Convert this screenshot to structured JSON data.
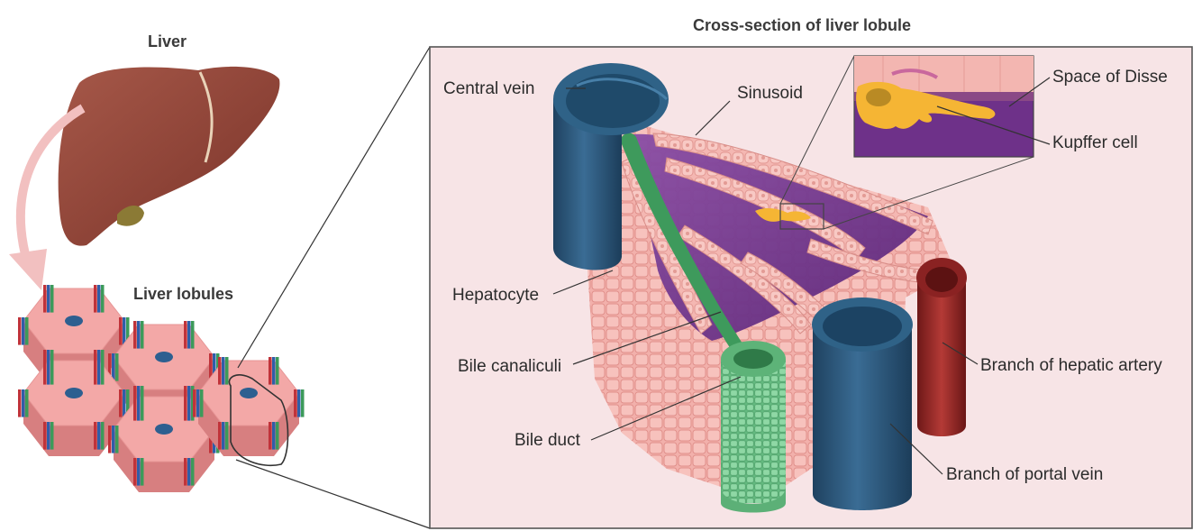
{
  "titles": {
    "liver": "Liver",
    "lobules": "Liver lobules",
    "cross_section": "Cross-section of liver lobule"
  },
  "labels": {
    "central_vein": "Central vein",
    "sinusoid": "Sinusoid",
    "space_of_disse": "Space of Disse",
    "kupffer_cell": "Kupffer cell",
    "hepatocyte": "Hepatocyte",
    "bile_canaliculi": "Bile canaliculi",
    "bile_duct": "Bile duct",
    "hepatic_artery": "Branch of hepatic artery",
    "portal_vein": "Branch of portal vein"
  },
  "colors": {
    "liver": "#8e4538",
    "hepatocyte": "#f1a8a4",
    "vein_blue": "#2c5a80",
    "artery_red": "#9b2a2a",
    "bile_green": "#6fc58a",
    "sinusoid_purple": "#6a2f86",
    "kupffer_yellow": "#f3b92f",
    "panel_bg": "#f7e4e6"
  }
}
